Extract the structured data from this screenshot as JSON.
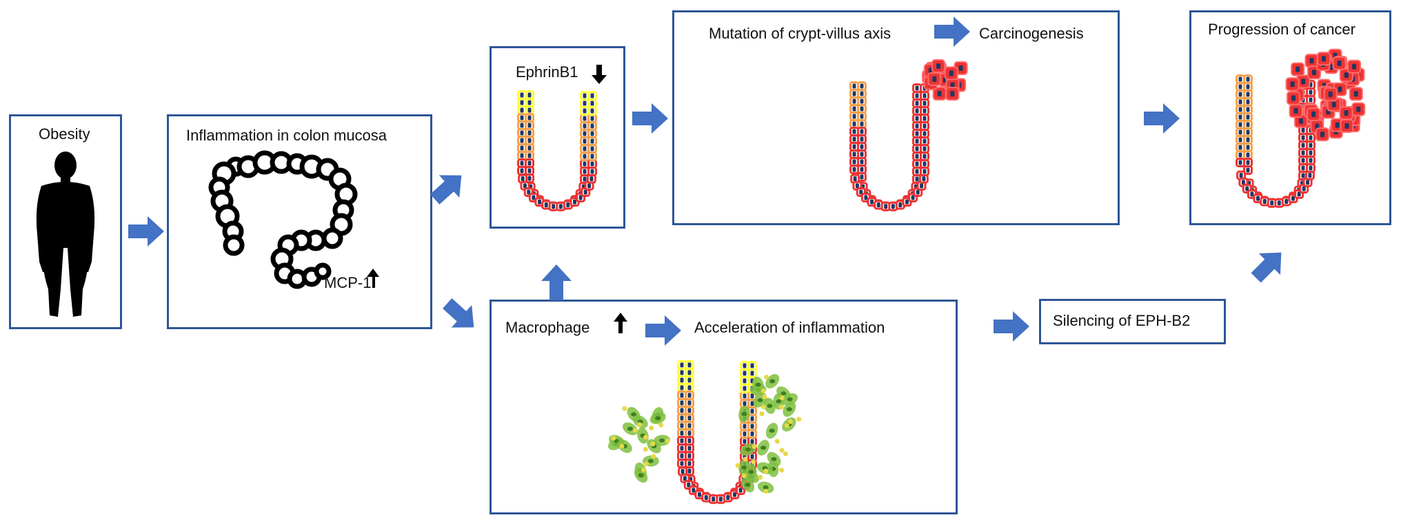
{
  "colors": {
    "box_border": "#2f5597",
    "arrow": "#4472c4",
    "cell_yellow": "#ffff33",
    "cell_orange": "#f7a14a",
    "cell_red": "#ee3333",
    "nucleus": "#1f3864",
    "macrophage": "#7fbf3f"
  },
  "icons": [
    "person-silhouette-icon",
    "colon-icon",
    "up-arrow-icon",
    "down-arrow-icon",
    "crypt-icon",
    "macrophage-icon"
  ],
  "nodes": {
    "obesity": {
      "label": "Obesity"
    },
    "inflammation": {
      "label": "Inflammation in colon mucosa",
      "marker": "MCP-1"
    },
    "ephrin": {
      "label": "EphrinB1"
    },
    "mutation": {
      "label_left": "Mutation of crypt-villus axis",
      "label_right": "Carcinogenesis"
    },
    "progression": {
      "label": "Progression of cancer"
    },
    "macrophage": {
      "label_left": "Macrophage",
      "label_right": "Acceleration of inflammation"
    },
    "silencing": {
      "label": "Silencing of EPH-B2"
    }
  }
}
